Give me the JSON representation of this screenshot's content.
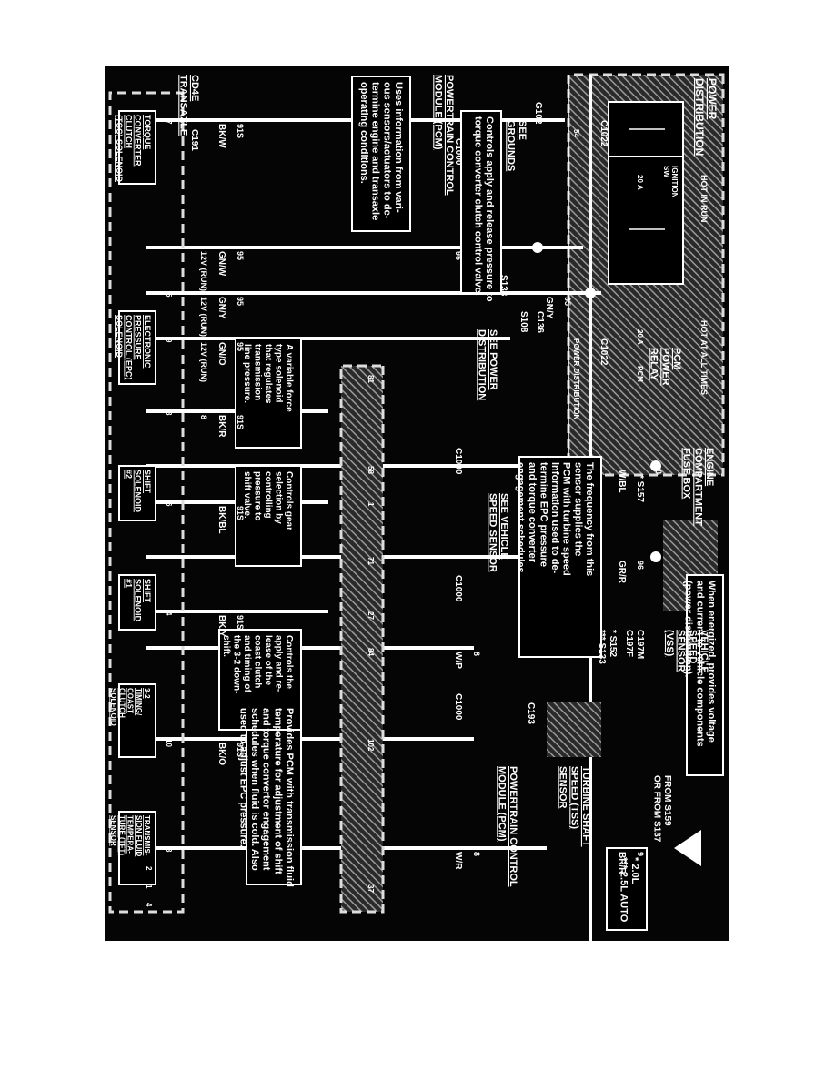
{
  "labels": {
    "hot_in_run": "HOT IN RUN",
    "hot_at_all_times": "HOT AT ALL TIMES",
    "power_distribution": [
      "POWER",
      "DISTRIBUTION"
    ],
    "ignition_sw": [
      "IGNITION",
      "SW"
    ],
    "fuse_20a_a": "20 A",
    "fuse_20a_b": "20 A",
    "pcm_fuse": "PCM",
    "c1022_a": "C1022",
    "c1022_b": "C1022",
    "pcm_power_relay": [
      "PCM",
      "POWER",
      "RELAY"
    ],
    "power_distribution_small": "POWER DISTRIBUTION",
    "engine_compartment_fuse_box": [
      "ENGINE",
      "COMPARTMENT",
      "FUSE BOX"
    ],
    "callout_energized": [
      "When energized, provides voltage",
      "and current to vehicle components",
      "(power distribution)."
    ],
    "g102": "G102",
    "see_grounds": [
      "SEE",
      "GROUNDS"
    ],
    "c136": "C136",
    "s108": "S108",
    "s133": "S133",
    "see_power_distribution": [
      "SEE POWER",
      "DISTRIBUTION"
    ],
    "callout_pcm_uses": [
      "Uses information from vari-",
      "ous sensors/actuators to de-",
      "termine engine and transaxle",
      "operating conditions."
    ],
    "callout_tcc": [
      "Controls apply and release pressure to",
      "torque converter clutch control valve."
    ],
    "callout_tss": [
      "The frequency from this",
      "sensor supplies the",
      "PCM with turbine speed",
      "information used to de-",
      "termine EPC pressure",
      "and torque converter",
      "engagement schedules."
    ],
    "see_vehicle_speed_sensor": [
      "SEE VEHICLE",
      "SPEED SENSOR"
    ],
    "vehicle_speed_sensor": [
      "VEHICLE",
      "SPEED",
      "SENSOR",
      "(VSS)"
    ],
    "c197m": "C197M",
    "c197f": "C197F",
    "s152": "* S152",
    "s133b": "*** S133",
    "s157": "* S157",
    "c193": "C193",
    "turbine_shaft_speed_sensor": [
      "TURBINE SHAFT",
      "SPEED (TSS)",
      "SENSOR"
    ],
    "legend": [
      "*  2.0L",
      "***  2.5L AUTO"
    ],
    "callout_tft": [
      "Provides PCM with transmission fluid",
      "temperature for adjustment of shift",
      "and torque convertor engagement",
      "schedules when fluid is cold.  Also",
      "used to adjust EPC pressure."
    ],
    "from_s159": [
      "FROM S159",
      "OR FROM S137"
    ],
    "pcm_right": [
      "POWERTRAIN CONTROL",
      "MODULE (PCM)"
    ],
    "pcm_left": [
      "POWERTRAIN CONTROL",
      "MODULE (PCM)"
    ],
    "c1000_a": "C1000",
    "c1000_b": "C1000",
    "c1000_c": "C1000",
    "c1000_d": "C1000",
    "c191": "C191",
    "cd4e": [
      "CD4E",
      "TRANSAXLE"
    ],
    "tcc_solenoid": [
      "TORQUE",
      "CONVERTER",
      "CLUTCH",
      "(TCC) SOLENOID"
    ],
    "epc_solenoid": [
      "ELECTRONIC",
      "PRESSURE",
      "CONTROL (EPC)",
      "SOLENOID"
    ],
    "ss2": [
      "SHIFT",
      "SOLENOID",
      "#2"
    ],
    "ss1": [
      "SHIFT",
      "SOLENOID",
      "#1"
    ],
    "coast_clutch": [
      "3-2",
      "TIMING/",
      "COAST",
      "CLUTCH",
      "SOLENOID"
    ],
    "tft_sensor": [
      "TRANSMIS-",
      "SION FLUID",
      "TEMPERA-",
      "TURE (TFT)",
      "SENSOR"
    ],
    "callout_epc": [
      "A variable force",
      "type solenoid",
      "that regulates",
      "transmission",
      "line pressure."
    ],
    "callout_gear": [
      "Controls gear",
      "selection by",
      "controlling",
      "pressure to",
      "shift valve."
    ],
    "callout_32": [
      "Controls the",
      "apply and re-",
      "lease of the",
      "coast clutch",
      "and timing of",
      "the 3-2 down-",
      "shift."
    ],
    "wire_colors": {
      "bk_w": "BK/W",
      "gn_w": "GN/W",
      "gn_y_a": "GN/Y",
      "gn_y_b": "GN/Y",
      "gn_o": "GN/O",
      "bk_r": "BK/R",
      "bk_bl": "BK/BL",
      "bk_y": "BK/Y",
      "bk_o": "BK/O",
      "w_bl": "W/BL",
      "gr_r": "GR/R",
      "w_p": "W/P",
      "w_r": "W/R",
      "br_r": "BR/R"
    },
    "circuits": {
      "c91s_a": "91S",
      "c91s_b": "91S",
      "c91s_c": "91S",
      "c91s_d": "91S",
      "c91s_e": "91S",
      "c95_a": "95",
      "c95_b": "95",
      "c95_c": "95",
      "c95_d": "95",
      "c95_e": "95",
      "c96": "96",
      "c8_a": "8",
      "c8_b": "8",
      "c8_c": "8",
      "c8_d": "8",
      "c9": "9",
      "run12v_a": "12V (RUN)",
      "run12v_b": "12V (RUN)",
      "run12v_c": "12V (RUN)"
    },
    "pins": [
      "54",
      "81",
      "58",
      "1",
      "71",
      "27",
      "84",
      "102",
      "37",
      "7",
      "5",
      "9",
      "8",
      "6",
      "4",
      "10",
      "3",
      "2",
      "1",
      "4"
    ]
  },
  "colors": {
    "background": "#050505",
    "wire": "#ffffff",
    "hatch": "#8a8a8a"
  }
}
